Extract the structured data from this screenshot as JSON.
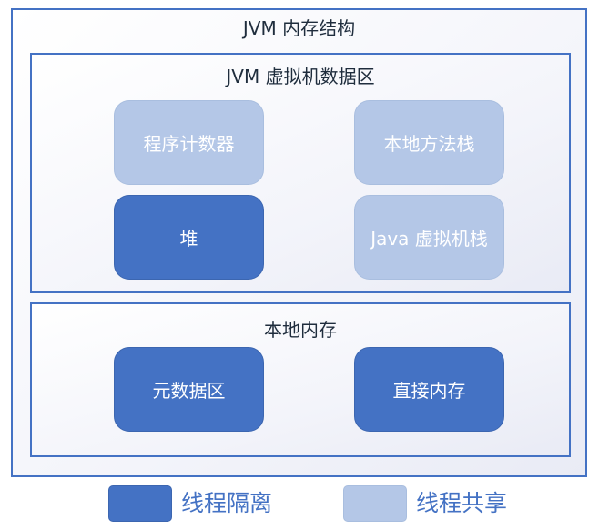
{
  "outer": {
    "title": "JVM 内存结构"
  },
  "runtime_area": {
    "title": "JVM 虚拟机数据区",
    "boxes": {
      "pc_register": {
        "label": "程序计数器",
        "kind": "shared"
      },
      "native_method_stack": {
        "label": "本地方法栈",
        "kind": "shared"
      },
      "heap": {
        "label": "堆",
        "kind": "isolated"
      },
      "java_vm_stack": {
        "label": "Java 虚拟机栈",
        "kind": "shared"
      }
    }
  },
  "native_memory": {
    "title": "本地内存",
    "boxes": {
      "metaspace": {
        "label": "元数据区",
        "kind": "isolated"
      },
      "direct_memory": {
        "label": "直接内存",
        "kind": "isolated"
      }
    }
  },
  "legend": {
    "isolated_label": "线程隔离",
    "shared_label": "线程共享"
  },
  "colors": {
    "isolated": "#4472c4",
    "shared": "#b4c7e7",
    "border": "#4472c4",
    "title_text": "#1f2d3d"
  }
}
